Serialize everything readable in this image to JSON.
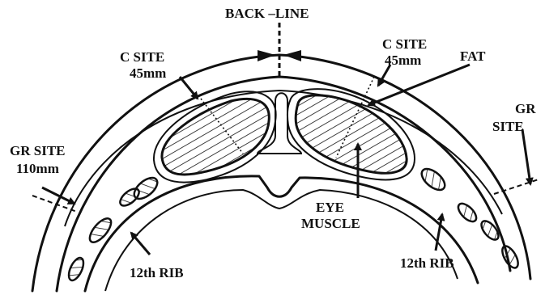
{
  "labels": {
    "back_line": "BACK –LINE",
    "c_site_left_1": "C SITE",
    "c_site_left_2": "45mm",
    "c_site_right_1": "C SITE",
    "c_site_right_2": "45mm",
    "fat": "FAT",
    "gr_site_left_1": "GR SITE",
    "gr_site_left_2": "110mm",
    "gr_right_1": "GR",
    "gr_right_2": "SITE",
    "eye_1": "EYE",
    "eye_2": "MUSCLE",
    "rib_left": "12th RIB",
    "rib_right": "12th RIB"
  }
}
